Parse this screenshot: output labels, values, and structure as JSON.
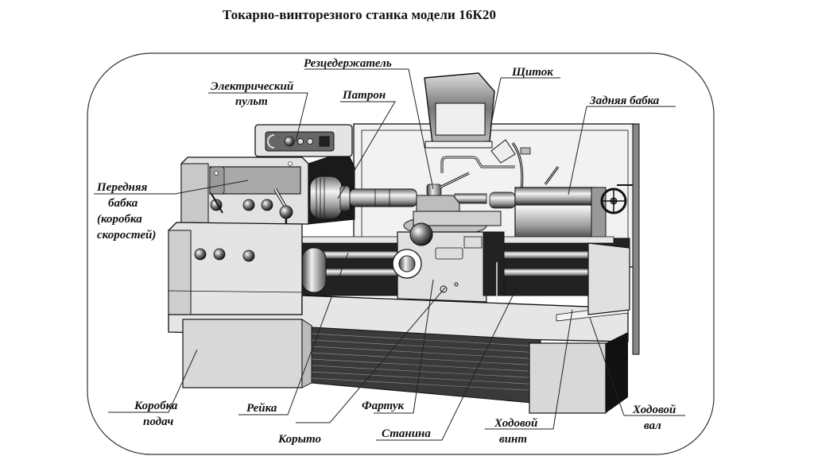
{
  "title": "Токарно-винторезного станка модели 16К20",
  "labels": {
    "rezcederzhatel": "Резцедержатель",
    "elektricheskiy_1": "Электрический",
    "elektricheskiy_2": "пульт",
    "patron": "Патрон",
    "shchitok": "Щиток",
    "zadnyaya_babka": "Задняя бабка",
    "perednyaya_1": "Передняя",
    "perednyaya_2": "бабка",
    "perednyaya_3": "(коробка",
    "perednyaya_4": "скоростей)",
    "korobka_podach_1": "Коробка",
    "korobka_podach_2": "подач",
    "reyka": "Рейка",
    "korыto": "Корыто",
    "fartuk": "Фартук",
    "stanina": "Станина",
    "hodovoy_vint_1": "Ходовой",
    "hodovoy_vint_2": "винт",
    "hodovoy_val_1": "Ходовой",
    "hodovoy_val_2": "вал"
  },
  "colors": {
    "line": "#111111",
    "panel_light": "#e6e6e6",
    "panel_mid": "#c8c8c8",
    "panel_dark": "#8a8a8a",
    "black": "#1a1a1a"
  }
}
